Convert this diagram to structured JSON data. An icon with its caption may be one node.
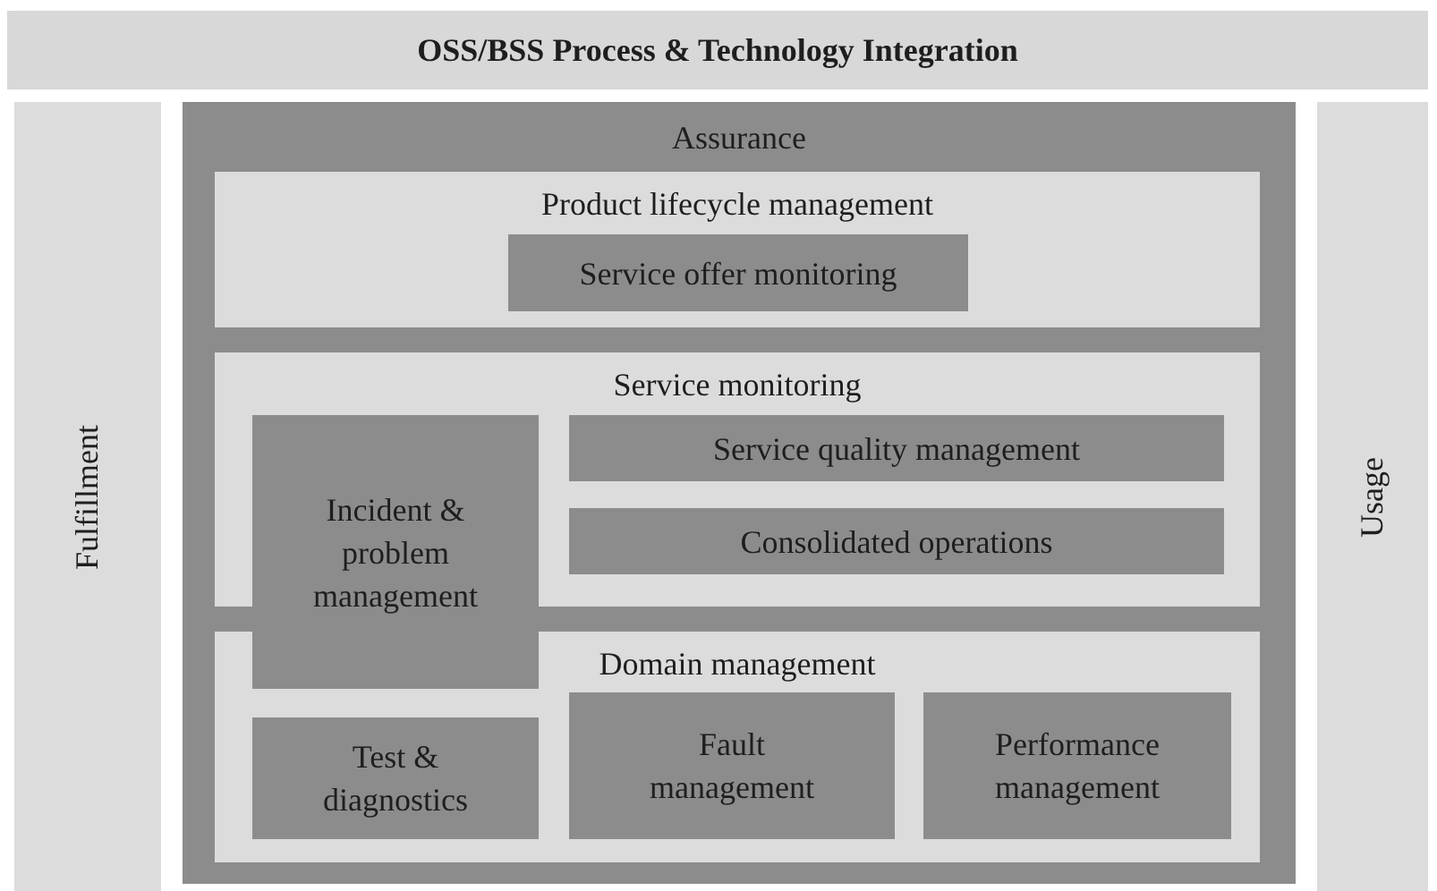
{
  "diagram": {
    "title": "OSS/BSS Process & Technology Integration",
    "nodes": [
      {
        "text": [
          "Fulfillment"
        ]
      },
      {
        "text": [
          "Assurance"
        ]
      },
      {
        "text": [
          "Product lifecycle management"
        ],
        "in": 1
      },
      {
        "text": [
          "Service offer monitoring"
        ],
        "in": 2
      },
      {
        "text": [
          "Service monitoring"
        ],
        "in": 1
      },
      {
        "text": [
          "Incident & problem management"
        ],
        "in": 1
      },
      {
        "text": [
          "Service quality management"
        ],
        "in": 4
      },
      {
        "text": [
          "Consolidated operations"
        ],
        "in": 4
      },
      {
        "text": [
          "Domain management"
        ],
        "in": 1
      },
      {
        "text": [
          "Test & diagnostics"
        ],
        "in": 8
      },
      {
        "text": [
          "Fault management"
        ],
        "in": 8
      },
      {
        "text": [
          "Performance management"
        ],
        "in": 8
      },
      {
        "text": [
          "Usage"
        ]
      }
    ]
  }
}
